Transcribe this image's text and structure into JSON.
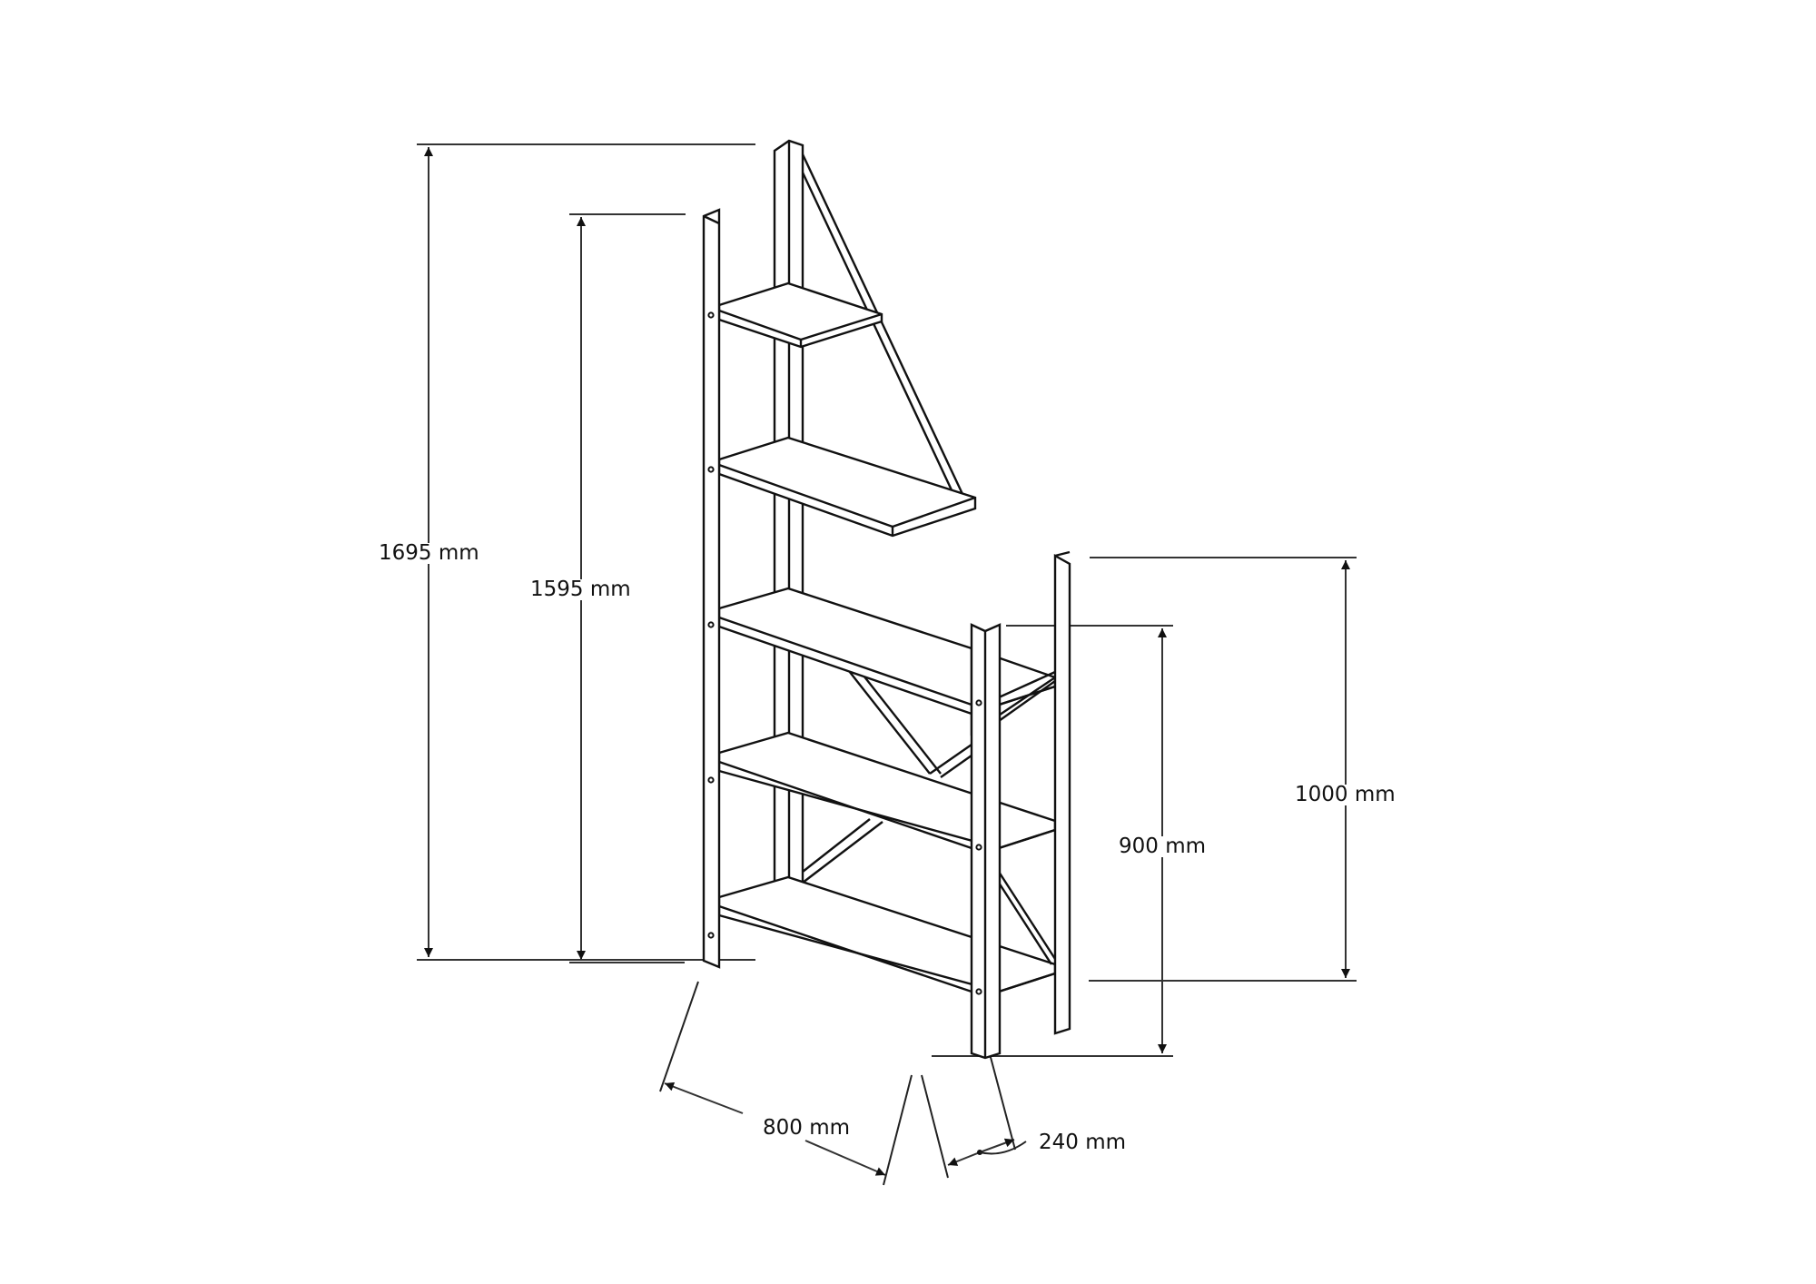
{
  "drawing": {
    "subject": "shelving unit technical dimension drawing",
    "line_color": "#111111",
    "background_color": "#ffffff"
  },
  "dimensions": {
    "overall_height": {
      "label": "1695 mm",
      "value_mm": 1695
    },
    "tall_side_height": {
      "label": "1595 mm",
      "value_mm": 1595
    },
    "low_unit_outer_height": {
      "label": "1000 mm",
      "value_mm": 1000
    },
    "low_unit_inner_height": {
      "label": "900 mm",
      "value_mm": 900
    },
    "width": {
      "label": "800 mm",
      "value_mm": 800
    },
    "depth": {
      "label": "240 mm",
      "value_mm": 240
    }
  }
}
